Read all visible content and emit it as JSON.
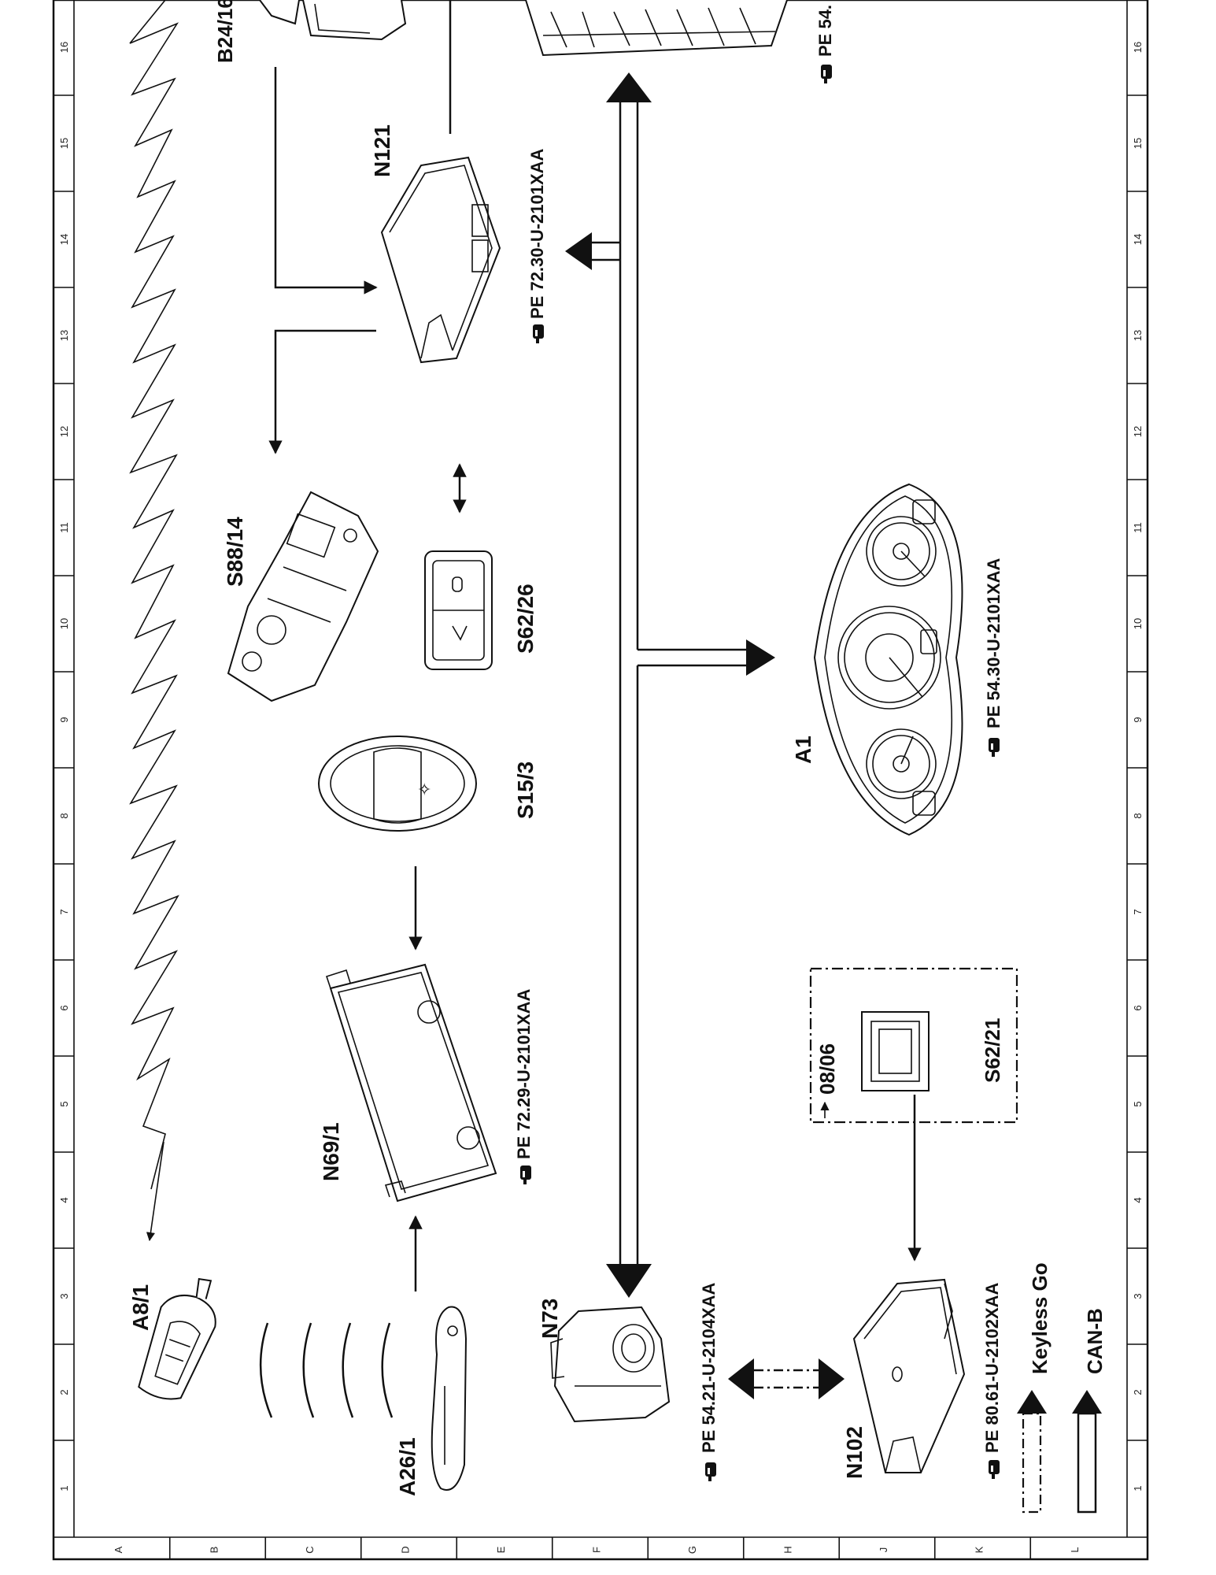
{
  "grid": {
    "numbers": [
      "1",
      "2",
      "3",
      "4",
      "5",
      "6",
      "7",
      "8",
      "9",
      "10",
      "11",
      "12",
      "13",
      "14",
      "15",
      "16"
    ],
    "letters": [
      "A",
      "B",
      "C",
      "D",
      "E",
      "F",
      "G",
      "H",
      "J",
      "K",
      "L"
    ]
  },
  "components": {
    "a8_1": "A8/1",
    "a26_1": "A26/1",
    "n69_1": "N69/1",
    "s15_3": "S15/3",
    "s88_14": "S88/14",
    "s62_26": "S62/26",
    "n121": "N121",
    "b24_16": "B24/16",
    "n73": "N73",
    "n102": "N102",
    "s62_21": "S62/21",
    "a1": "A1"
  },
  "references": {
    "n69_1": "PE 72.29-U-2101XAA",
    "n121": "PE 72.30-U-2101XAA",
    "n73": "PE 54.21-U-2104XAA",
    "n102": "PE 80.61-U-2102XAA",
    "a1": "PE 54.30-U-2101XAA",
    "top_right": "PE 54."
  },
  "note": {
    "date": "08/06"
  },
  "legend": {
    "keyless_go": "Keyless Go",
    "can_b": "CAN-B"
  },
  "icons": {
    "pointer": "pointing-hand-icon",
    "key": "remote-key-icon",
    "door_handle": "door-handle-icon",
    "antenna": "antenna-zigzag-icon"
  }
}
